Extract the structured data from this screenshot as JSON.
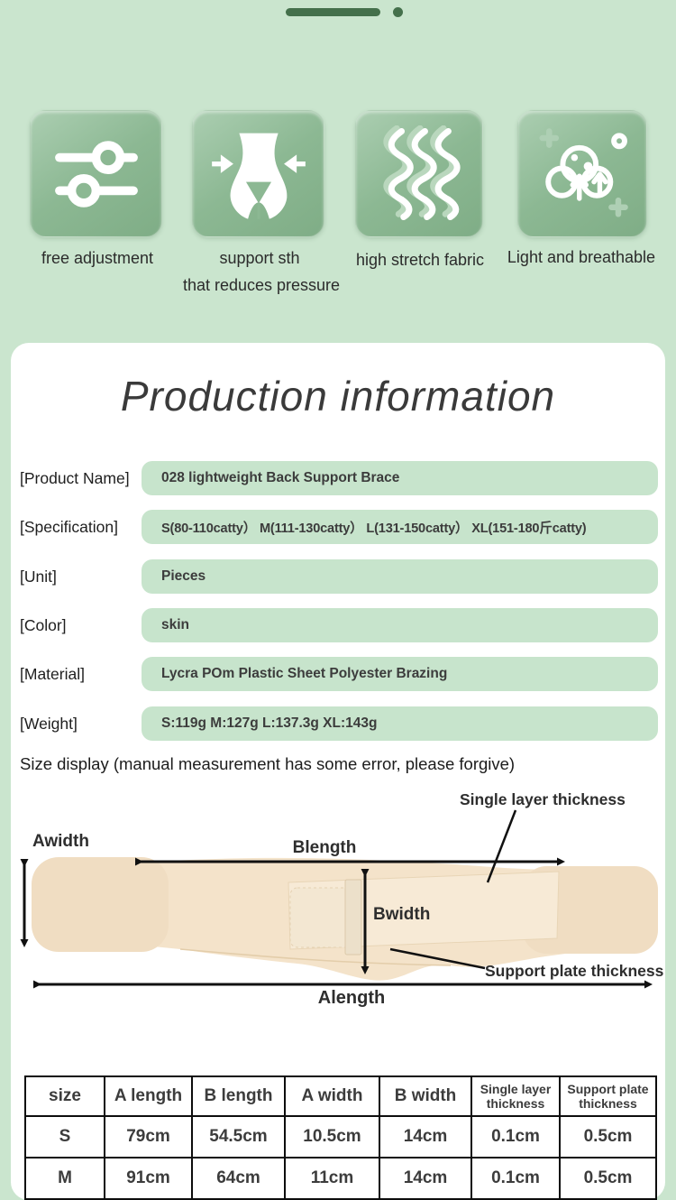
{
  "colors": {
    "page_bg": "#cae5ce",
    "accent_dark": "#44704b",
    "tile_green": "#8cb893",
    "pill_bg": "#c7e4cc",
    "card_bg": "#ffffff",
    "belt_beige": "#f3e2c9",
    "arrow_ink": "#111111"
  },
  "features": [
    {
      "icon": "sliders-icon",
      "label": "free adjustment"
    },
    {
      "icon": "waist-support-icon",
      "label": "support sth",
      "label2": "that reduces pressure"
    },
    {
      "icon": "stretch-waves-icon",
      "label": "high stretch fabric"
    },
    {
      "icon": "breathable-icon",
      "label": "Light and breathable"
    }
  ],
  "production": {
    "title": "Production information",
    "fields": [
      {
        "label": "[Product Name]",
        "value": "028 lightweight Back Support Brace"
      },
      {
        "label": "[Specification]",
        "value": "S(80-110catty）  M(111-130catty） L(131-150catty）  XL(151-180斤catty)"
      },
      {
        "label": "[Unit]",
        "value": "Pieces"
      },
      {
        "label": "[Color]",
        "value": "skin"
      },
      {
        "label": "[Material]",
        "value": "Lycra POm Plastic Sheet Polyester Brazing"
      },
      {
        "label": "[Weight]",
        "value": "S:119g M:127g  L:137.3g  XL:143g"
      }
    ]
  },
  "size_note": "Size display (manual measurement has some error, please forgive)",
  "diagram": {
    "labels": {
      "a_width": "Awidth",
      "b_length": "Blength",
      "b_width": "Bwidth",
      "a_length": "Alength",
      "single_layer": "Single layer thickness",
      "support_plate": "Support plate thickness"
    }
  },
  "size_table": {
    "headers": [
      "size",
      "A length",
      "B length",
      "A width",
      "B width",
      "Single layer thickness",
      "Support plate thickness"
    ],
    "rows": [
      [
        "S",
        "79cm",
        "54.5cm",
        "10.5cm",
        "14cm",
        "0.1cm",
        "0.5cm"
      ],
      [
        "M",
        "91cm",
        "64cm",
        "11cm",
        "14cm",
        "0.1cm",
        "0.5cm"
      ]
    ]
  }
}
